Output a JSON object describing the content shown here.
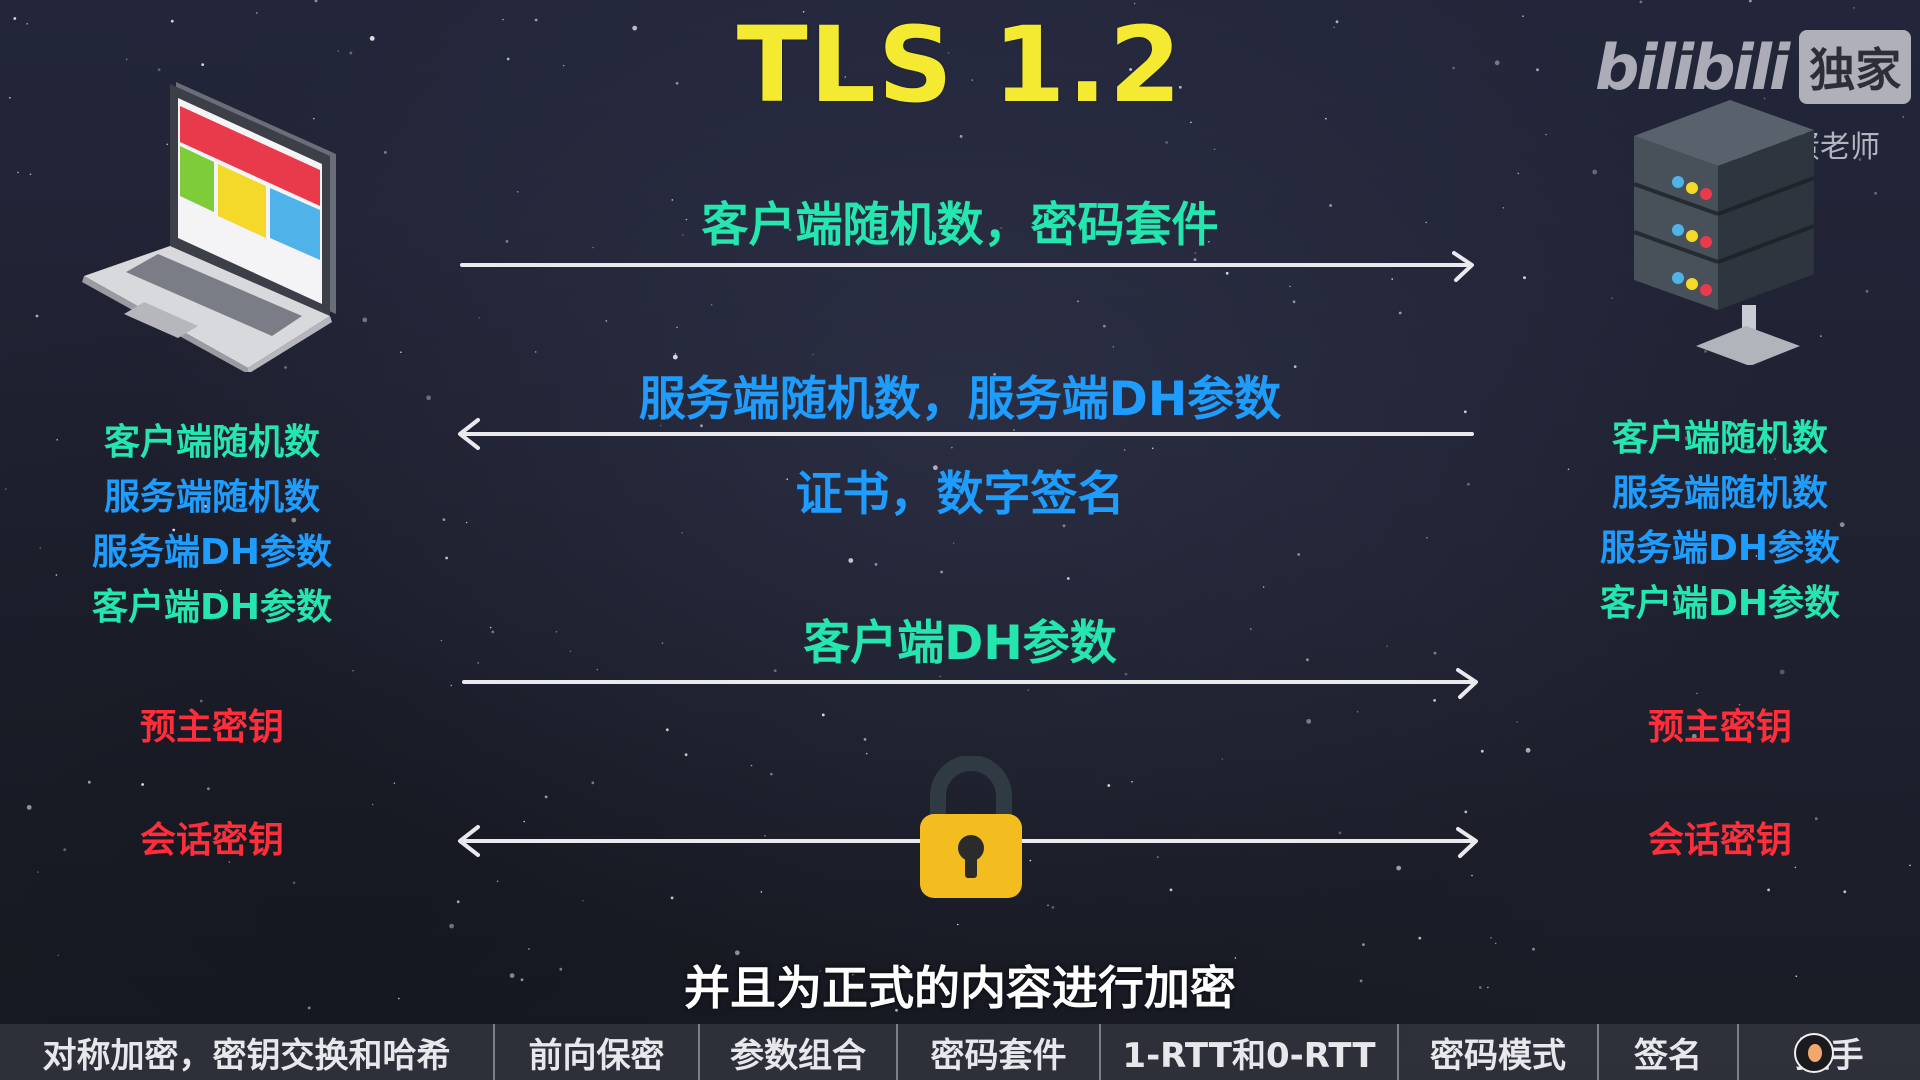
{
  "title": "TLS 1.2",
  "watermark": {
    "logo_text": "bilibili",
    "badge": "独家",
    "author": "@技术蛋老师"
  },
  "messages": {
    "client_hello": "客户端随机数，密码套件",
    "server_hello": "服务端随机数，服务端DH参数",
    "server_cert": "证书，数字签名",
    "client_key": "客户端DH参数"
  },
  "client_state": {
    "items": [
      "客户端随机数",
      "服务端随机数",
      "服务端DH参数",
      "客户端DH参数"
    ],
    "premaster": "预主密钥",
    "session": "会话密钥"
  },
  "server_state": {
    "items": [
      "客户端随机数",
      "服务端随机数",
      "服务端DH参数",
      "客户端DH参数"
    ],
    "premaster": "预主密钥",
    "session": "会话密钥"
  },
  "subtitle": "并且为正式的内容进行加密",
  "chapters": [
    "对称加密，密钥交换和哈希",
    "前向保密",
    "参数组合",
    "密码套件",
    "1-RTT和0-RTT",
    "密码模式",
    "签名",
    "握手"
  ],
  "colors": {
    "title": "#f5ea32",
    "green": "#26e6b0",
    "blue": "#1e9dff",
    "red": "#ff2e3a",
    "lock": "#f4bd1f"
  },
  "icons": {
    "client": "laptop-icon",
    "server": "server-rack-icon",
    "lock": "padlock-icon"
  }
}
